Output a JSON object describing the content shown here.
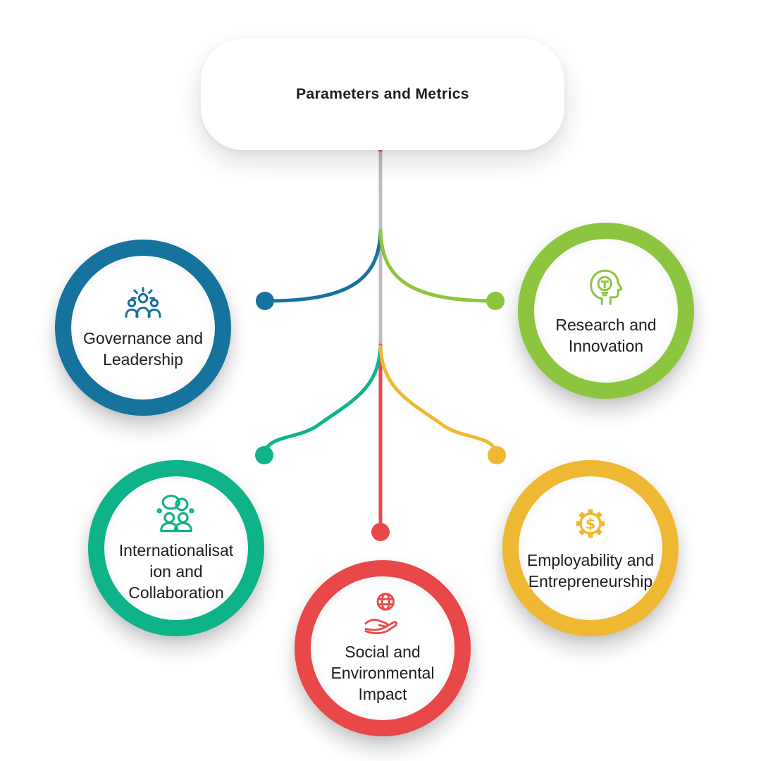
{
  "title": {
    "text": "Parameters and Metrics"
  },
  "connectors": {
    "stem_color": "#BDBDBD",
    "stem_accent_color": "#E94848"
  },
  "nodes": [
    {
      "id": "governance",
      "label": "Governance and Leadership",
      "lines": [
        "Governance and",
        "Leadership"
      ],
      "color": "#16739E",
      "icon": "team-leadership-icon"
    },
    {
      "id": "research",
      "label": "Research and Innovation",
      "lines": [
        "Research and",
        "Innovation"
      ],
      "color": "#8CC63F",
      "icon": "head-lightbulb-icon"
    },
    {
      "id": "internationalisation",
      "label": "Internationalisation and Collaboration",
      "lines": [
        "Internationalisat",
        "ion and",
        "Collaboration"
      ],
      "color": "#0FB389",
      "icon": "people-chat-icon"
    },
    {
      "id": "social",
      "label": "Social and Environmental Impact",
      "lines": [
        "Social and",
        "Environmental",
        "Impact"
      ],
      "color": "#E94848",
      "icon": "hand-globe-icon"
    },
    {
      "id": "employability",
      "label": "Employability and Entrepreneurship",
      "lines": [
        "Employability and",
        "Entrepreneurship"
      ],
      "color": "#EEB832",
      "icon": "gear-dollar-icon"
    }
  ],
  "text_color": "#1D1D1D",
  "background_color": "#FFFFFF"
}
